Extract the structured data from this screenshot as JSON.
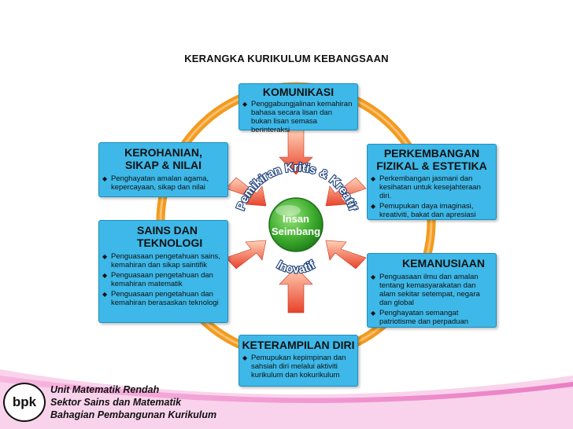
{
  "title": "KERANGKA KURIKULUM KEBANGSAAN",
  "center": {
    "line1": "Insan",
    "line2": "Seimbang"
  },
  "arc_top": "Pemikiran Kritis & Kreatif",
  "arc_bottom": "Inovatif",
  "boxes": {
    "komunikasi": {
      "title": "KOMUNIKASI",
      "items": [
        "Penggabungjalinan kemahiran bahasa secara lisan dan bukan lisan semasa berinteraksi"
      ]
    },
    "kerohanian": {
      "title1": "KEROHANIAN,",
      "title2": "SIKAP & NILAI",
      "items": [
        "Penghayatan amalan agama, kepercayaan, sikap dan nilai"
      ]
    },
    "fizikal": {
      "title1": "PERKEMBANGAN",
      "title2": "FIZIKAL & ESTETIKA",
      "items": [
        "Perkembangan jasmani dan kesihatan untuk kesejahteraan diri.",
        "Pemupukan daya imaginasi, kreativiti, bakat dan apresiasi"
      ]
    },
    "sains": {
      "title1": "SAINS DAN",
      "title2": "TEKNOLOGI",
      "items": [
        "Penguasaan pengetahuan sains, kemahiran dan sikap saintifik",
        "Penguasaan pengetahuan dan kemahiran matematik",
        "Penguasaan pengetahuan dan kemahiran berasaskan teknologi"
      ]
    },
    "kemanusiaan": {
      "title": "KEMANUSIAAN",
      "items": [
        "Penguasaan ilmu dan amalan tentang kemasyarakatan dan alam sekitar setempat, negara dan global",
        "Penghayatan semangat patriotisme dan perpaduan"
      ]
    },
    "keterampilan": {
      "title": "KETERAMPILAN DIRI",
      "items": [
        "Pemupukan kepimpinan dan sahsiah diri melalui aktiviti kurikulum dan kokurikulum"
      ]
    }
  },
  "footer": {
    "logo": "bpk",
    "line1": "Unit Matematik Rendah",
    "line2": "Sektor Sains dan Matematik",
    "line3": "Bahagian Pembangunan Kurikulum"
  },
  "colors": {
    "box": "#3db8e8",
    "ring": "#f39a1e",
    "arrow": "#f05a3a",
    "center": "#4cbb3c",
    "footer_wave": "#f2a3d6"
  }
}
